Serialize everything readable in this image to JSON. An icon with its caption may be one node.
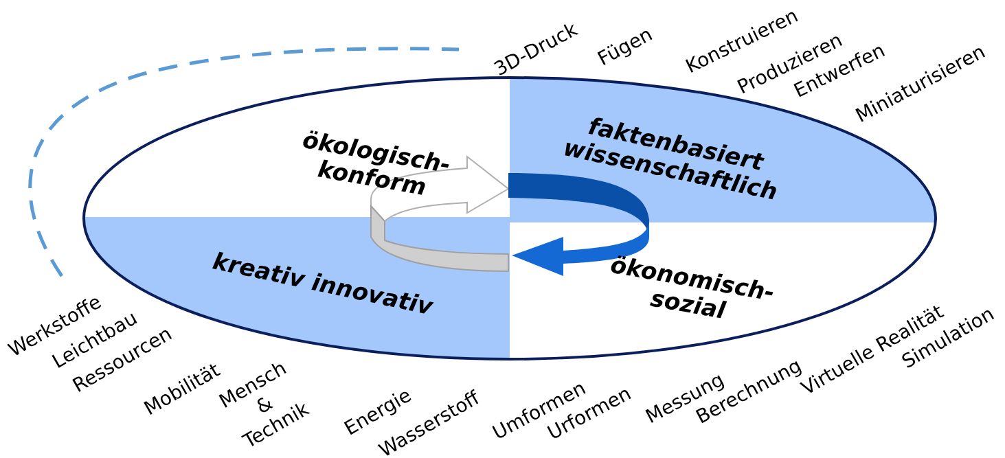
{
  "diagram": {
    "nodes": [
      {
        "text": [
          "ökologisch-konform"
        ]
      },
      {
        "text": [
          "faktenbasiert wissenschaftlich"
        ]
      },
      {
        "text": [
          "kreativ innovativ"
        ]
      },
      {
        "text": [
          "ökonomisch-sozial"
        ]
      }
    ],
    "labels": [
      "3D-Druck",
      "Fügen",
      "Konstruieren",
      "Produzieren",
      "Entwerfen",
      "Miniaturisieren",
      "Werkstoffe",
      "Leichtbau",
      "Ressourcen",
      "Mobilität",
      "Mensch & Technik",
      "Energie",
      "Wasserstoff",
      "Umformen",
      "Urformen",
      "Messung",
      "Berechnung",
      "Virtuelle Realität",
      "Simulation"
    ]
  }
}
